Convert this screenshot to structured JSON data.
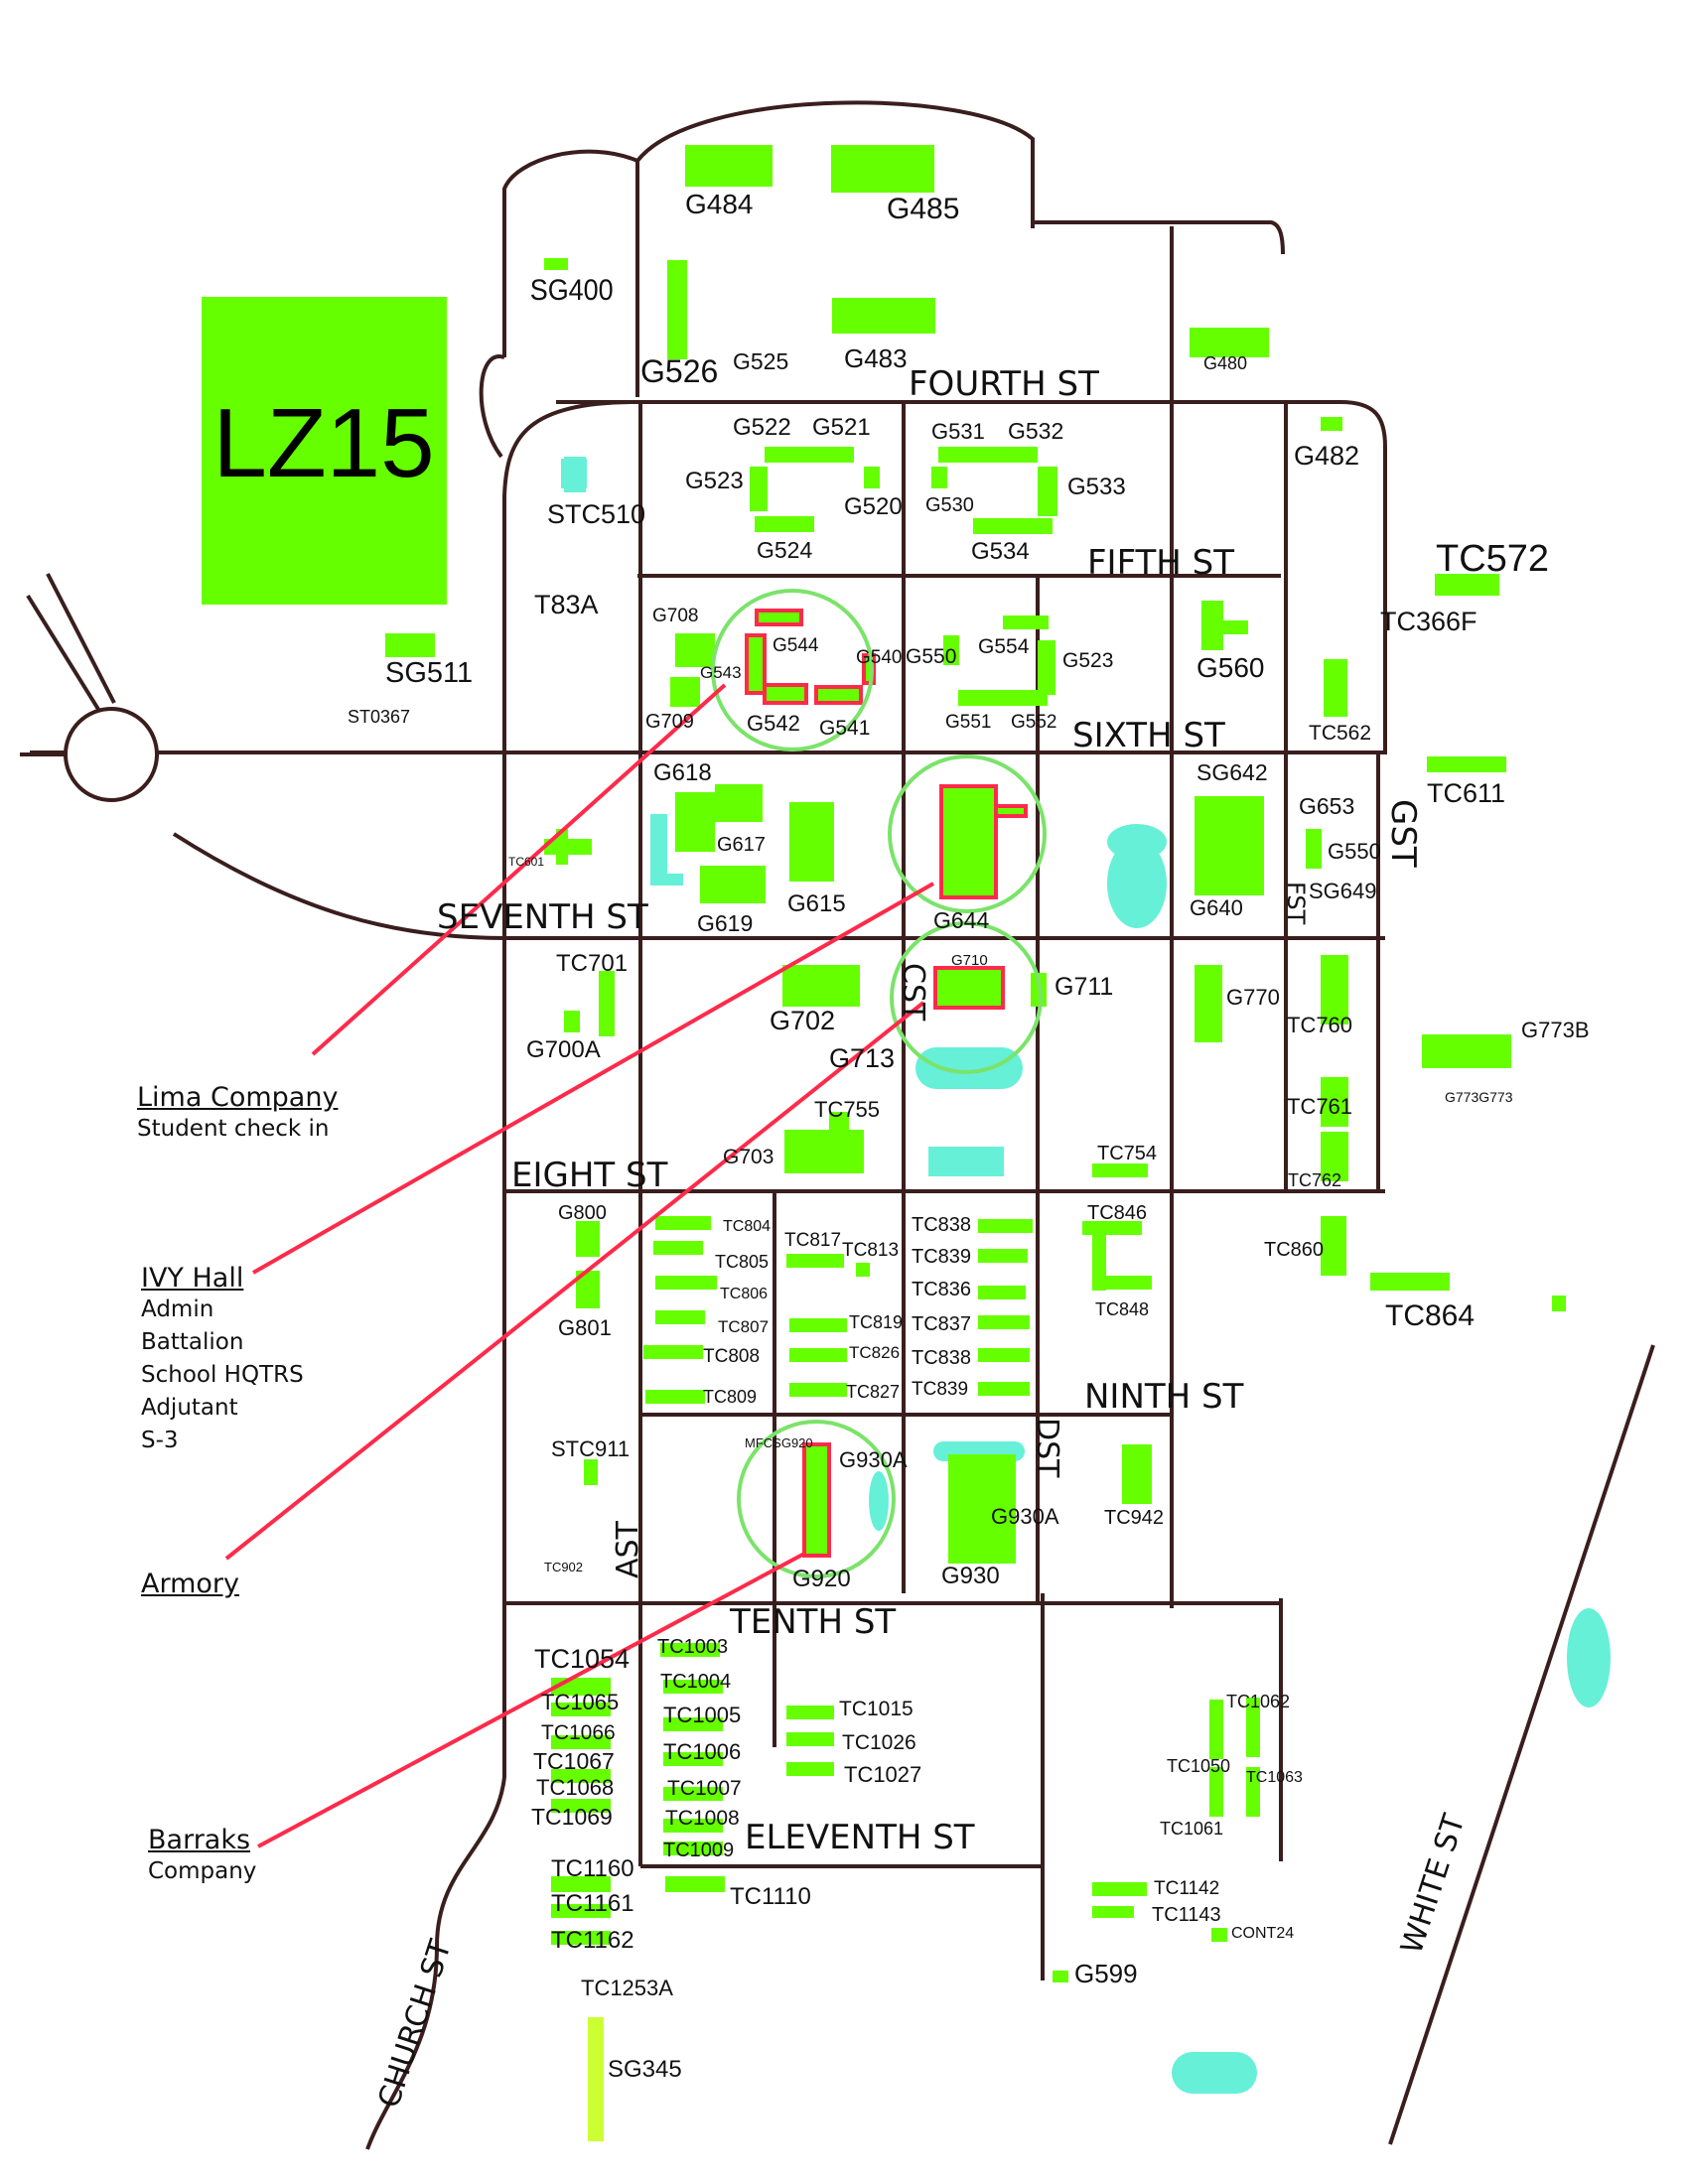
{
  "colors": {
    "building": "#66ff00",
    "water": "#66f0d8",
    "road": "#3a1e1e",
    "highlight": "#ff2a4a",
    "circle": "#7be36a",
    "pale_green": "#ccff33"
  },
  "lz": {
    "label": "LZ15"
  },
  "streets": {
    "fourth": "FOURTH ST",
    "fifth": "FIFTH ST",
    "sixth": "SIXTH ST",
    "seventh": "SEVENTH ST",
    "eighth": "EIGHT ST",
    "ninth": "NINTH ST",
    "tenth": "TENTH ST",
    "eleventh": "ELEVENTH ST",
    "a": "AST",
    "c": "CST",
    "d": "DST",
    "f": "FST",
    "g": "GST",
    "church": "CHURCH ST",
    "white": "WHITE ST"
  },
  "buildings": {
    "G484": "G484",
    "G485": "G485",
    "SG400": "SG400",
    "G526": "G526",
    "G525": "G525",
    "G483": "G483",
    "G480": "G480",
    "G482": "G482",
    "G522": "G522",
    "G521": "G521",
    "G531": "G531",
    "G532": "G532",
    "G523a": "G523",
    "G520": "G520",
    "G530": "G530",
    "G533": "G533",
    "G524": "G524",
    "G534": "G534",
    "STC510": "STC510",
    "T83A": "T83A",
    "G708": "G708",
    "G544": "G544",
    "G543": "G543",
    "G540": "G540",
    "G550a": "G550",
    "G554": "G554",
    "G523b": "G523",
    "G560": "G560",
    "TC572": "TC572",
    "TC366F": "TC366F",
    "SG511": "SG511",
    "ST0367": "ST0367",
    "G709": "G709",
    "G542": "G542",
    "G541": "G541",
    "G551": "G551",
    "G552": "G552",
    "TC562": "TC562",
    "G618": "G618",
    "SG642": "SG642",
    "G653": "G653",
    "G550b": "G550",
    "SG649": "SG649",
    "TC611": "TC611",
    "TC601": "TC601",
    "G617": "G617",
    "G615": "G615",
    "G619": "G619",
    "G644": "G644",
    "G640": "G640",
    "TC701": "TC701",
    "G710": "G710",
    "G711": "G711",
    "G702": "G702",
    "G770": "G770",
    "TC760": "TC760",
    "G773B": "G773B",
    "G700A": "G700A",
    "G713": "G713",
    "G773G773": "G773G773",
    "TC761": "TC761",
    "TC755": "TC755",
    "G703": "G703",
    "TC754": "TC754",
    "TC762": "TC762",
    "G800": "G800",
    "TC804": "TC804",
    "TC817": "TC817",
    "TC813": "TC813",
    "TC838a": "TC838",
    "TC846": "TC846",
    "TC860": "TC860",
    "TC805": "TC805",
    "TC839a": "TC839",
    "TC806": "TC806",
    "TC836": "TC836",
    "TC848": "TC848",
    "TC864": "TC864",
    "G801": "G801",
    "TC807": "TC807",
    "TC819": "TC819",
    "TC837": "TC837",
    "TC808": "TC808",
    "TC826": "TC826",
    "TC838b": "TC838",
    "TC809": "TC809",
    "TC827": "TC827",
    "TC839b": "TC839",
    "STC911": "STC911",
    "MFCSG920": "MFCSG920",
    "G930A1": "G930A",
    "G930A2": "G930A",
    "TC942": "TC942",
    "TC902": "TC902",
    "G920": "G920",
    "G930": "G930",
    "TC1054": "TC1054",
    "TC1003": "TC1003",
    "TC1004": "TC1004",
    "TC1065": "TC1065",
    "TC1066": "TC1066",
    "TC1005": "TC1005",
    "TC1015": "TC1015",
    "TC1062": "TC1062",
    "TC1067": "TC1067",
    "TC1006": "TC1006",
    "TC1026": "TC1026",
    "TC1050": "TC1050",
    "TC1063": "TC1063",
    "TC1068": "TC1068",
    "TC1007": "TC1007",
    "TC1027": "TC1027",
    "TC1069": "TC1069",
    "TC1008": "TC1008",
    "TC1061": "TC1061",
    "TC1009": "TC1009",
    "TC1160": "TC1160",
    "TC1110": "TC1110",
    "TC1142": "TC1142",
    "TC1161": "TC1161",
    "TC1143": "TC1143",
    "CONT24": "CONT24",
    "TC1162": "TC1162",
    "TC1253A": "TC1253A",
    "G599": "G599",
    "SG345": "SG345"
  },
  "legend": {
    "lima": {
      "title": "Lima Company",
      "lines": [
        "Student check in"
      ]
    },
    "ivy": {
      "title": "IVY Hall",
      "lines": [
        "Admin",
        "Battalion",
        "School HQTRS",
        "Adjutant",
        "S-3"
      ]
    },
    "armory": {
      "title": "Armory"
    },
    "barracks": {
      "title": "Barraks",
      "lines": [
        "Company"
      ]
    }
  }
}
